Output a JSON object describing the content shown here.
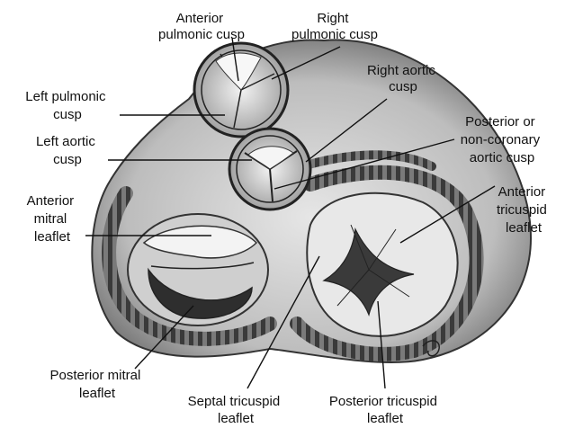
{
  "labels": {
    "anterior_pulmonic_cusp": [
      "Anterior",
      "pulmonic cusp"
    ],
    "right_pulmonic_cusp": [
      "Right",
      "pulmonic cusp"
    ],
    "right_aortic_cusp": [
      "Right aortic",
      "cusp"
    ],
    "left_pulmonic_cusp": [
      "Left pulmonic",
      "cusp"
    ],
    "left_aortic_cusp": [
      "Left aortic",
      "cusp"
    ],
    "posterior_aortic_cusp": [
      "Posterior or",
      "non-coronary",
      "aortic cusp"
    ],
    "anterior_mitral_leaflet": [
      "Anterior",
      "mitral",
      "leaflet"
    ],
    "anterior_tricuspid_leaflet": [
      "Anterior",
      "tricuspid",
      "leaflet"
    ],
    "posterior_mitral_leaflet": [
      "Posterior mitral",
      "leaflet"
    ],
    "septal_tricuspid_leaflet": [
      "Septal tricuspid",
      "leaflet"
    ],
    "posterior_tricuspid_leaflet": [
      "Posterior tricuspid",
      "leaflet"
    ]
  }
}
